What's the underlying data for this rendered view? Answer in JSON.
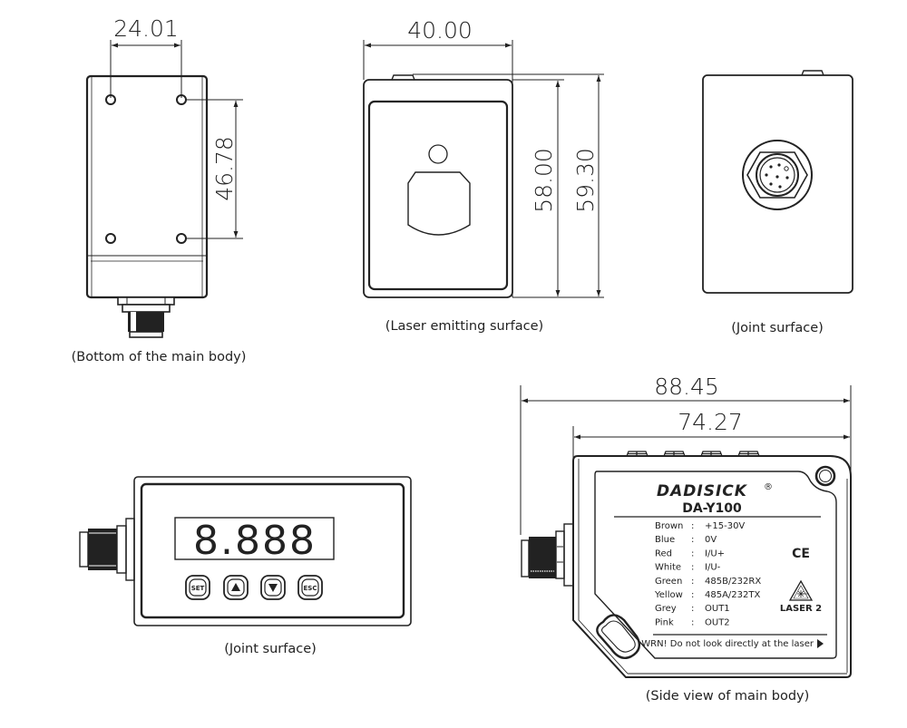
{
  "views": {
    "bottom": {
      "caption": "(Bottom of the main body)",
      "dim_width": "24.01",
      "dim_height": "46.78"
    },
    "laser_surface": {
      "caption": "(Laser emitting surface)",
      "dim_width": "40.00",
      "dim_height_inner": "58.00",
      "dim_height_outer": "59.30"
    },
    "joint_surface_top": {
      "caption": "(Joint surface)"
    },
    "joint_surface_display": {
      "caption": "(Joint surface)",
      "display_value": "8.888",
      "buttons": [
        {
          "name": "set",
          "label": "SET",
          "icon": "text"
        },
        {
          "name": "up",
          "label": "",
          "icon": "triangle-up-icon"
        },
        {
          "name": "down",
          "label": "",
          "icon": "triangle-down-icon"
        },
        {
          "name": "esc",
          "label": "ESC",
          "icon": "text"
        }
      ]
    },
    "side": {
      "caption": "(Side view of main body)",
      "dim_total": "88.45",
      "dim_body": "74.27",
      "label": {
        "brand": "DADISICK",
        "registered": "®",
        "model": "DA-Y100",
        "wiring": [
          {
            "color": "Brown",
            "sep": ":",
            "signal": "+15-30V"
          },
          {
            "color": "Blue",
            "sep": ":",
            "signal": "0V"
          },
          {
            "color": "Red",
            "sep": ":",
            "signal": "I/U+"
          },
          {
            "color": "White",
            "sep": ":",
            "signal": "I/U-"
          },
          {
            "color": "Green",
            "sep": ":",
            "signal": "485B/232RX"
          },
          {
            "color": "Yellow",
            "sep": ":",
            "signal": "485A/232TX"
          },
          {
            "color": "Grey",
            "sep": ":",
            "signal": "OUT1"
          },
          {
            "color": "Pink",
            "sep": ":",
            "signal": "OUT2"
          }
        ],
        "ce_mark": "CE",
        "laser_class": "LASER 2",
        "warning": "WRN! Do not look directly at the laser"
      }
    }
  }
}
